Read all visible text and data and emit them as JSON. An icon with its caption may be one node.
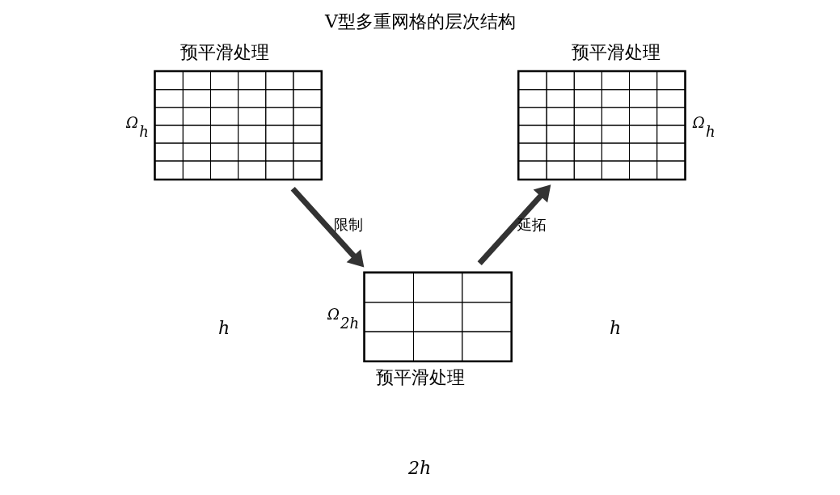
{
  "diagram": {
    "title": "V型多重网格的层次结构",
    "nodes": [
      {
        "text": [
          "预平滑处理"
        ],
        "beside": [
          "Ω$_{h}$"
        ]
      },
      {
        "text": [
          "预平滑处理"
        ],
        "beside": [
          "Ω$_{h}$"
        ]
      },
      {
        "text": [
          "预平滑处理"
        ],
        "beside": [
          "Ω$_{2h}$"
        ]
      }
    ],
    "edges": [
      {
        "from": 0,
        "to": 2,
        "arrow": "to",
        "label": "限制"
      },
      {
        "from": 2,
        "to": 1,
        "arrow": "to",
        "label": "延拓"
      }
    ],
    "labels": [
      "h",
      "h",
      "2h"
    ]
  }
}
